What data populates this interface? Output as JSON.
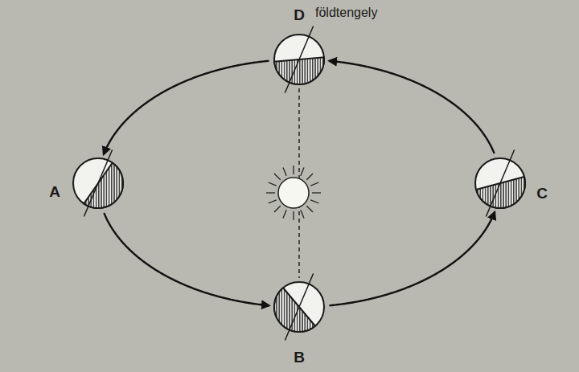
{
  "diagram": {
    "nodes": [
      {
        "text": [
          "D"
        ]
      },
      {
        "text": [
          "A"
        ]
      },
      {
        "text": [
          "B"
        ]
      },
      {
        "text": [
          "C"
        ]
      }
    ],
    "edges": [
      {
        "from": 0,
        "to": 1,
        "arrow": "to"
      },
      {
        "from": 1,
        "to": 2,
        "arrow": "to"
      },
      {
        "from": 2,
        "to": 3,
        "arrow": "to"
      },
      {
        "from": 3,
        "to": 0,
        "arrow": "to"
      }
    ],
    "labels": [
      "földtengely"
    ]
  }
}
